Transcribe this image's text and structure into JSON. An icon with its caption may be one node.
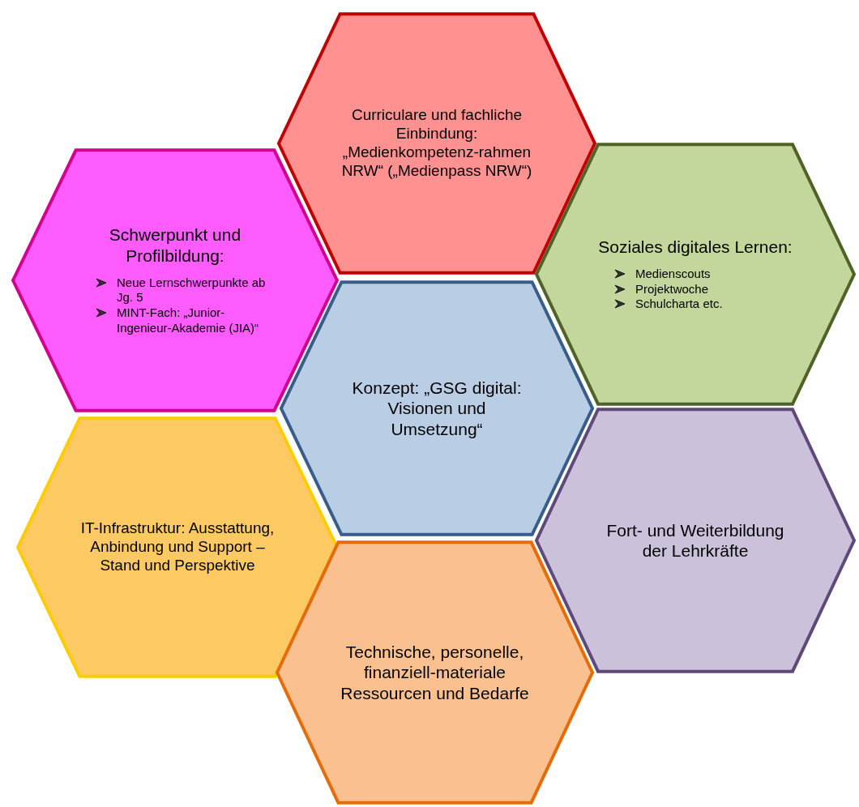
{
  "diagram": {
    "nodes": [
      {
        "text": [
          "Curriculare und fachliche Einbindung: „Medienkompetenz-rahmen NRW“ („Medienpass NRW“)"
        ]
      },
      {
        "text": [
          "Schwerpunkt und Profilbildung:",
          "Neue Lernschwerpunkte ab Jg. 5",
          "MINT-Fach: „Junior-Ingenieur-Akademie (JIA)“"
        ]
      },
      {
        "text": [
          "Soziales digitales Lernen:",
          "Medienscouts",
          "Projektwoche",
          "Schulcharta etc."
        ]
      },
      {
        "text": [
          "Konzept: „GSG digital: Visionen und Umsetzung“"
        ]
      },
      {
        "text": [
          "IT-Infrastruktur: Ausstattung, Anbindung und Support – Stand und Perspektive"
        ]
      },
      {
        "text": [
          "Fort- und Weiterbildung der Lehrkräfte"
        ]
      },
      {
        "text": [
          "Technische, personelle, finanziell-materiale Ressourcen und Bedarfe"
        ]
      }
    ]
  }
}
